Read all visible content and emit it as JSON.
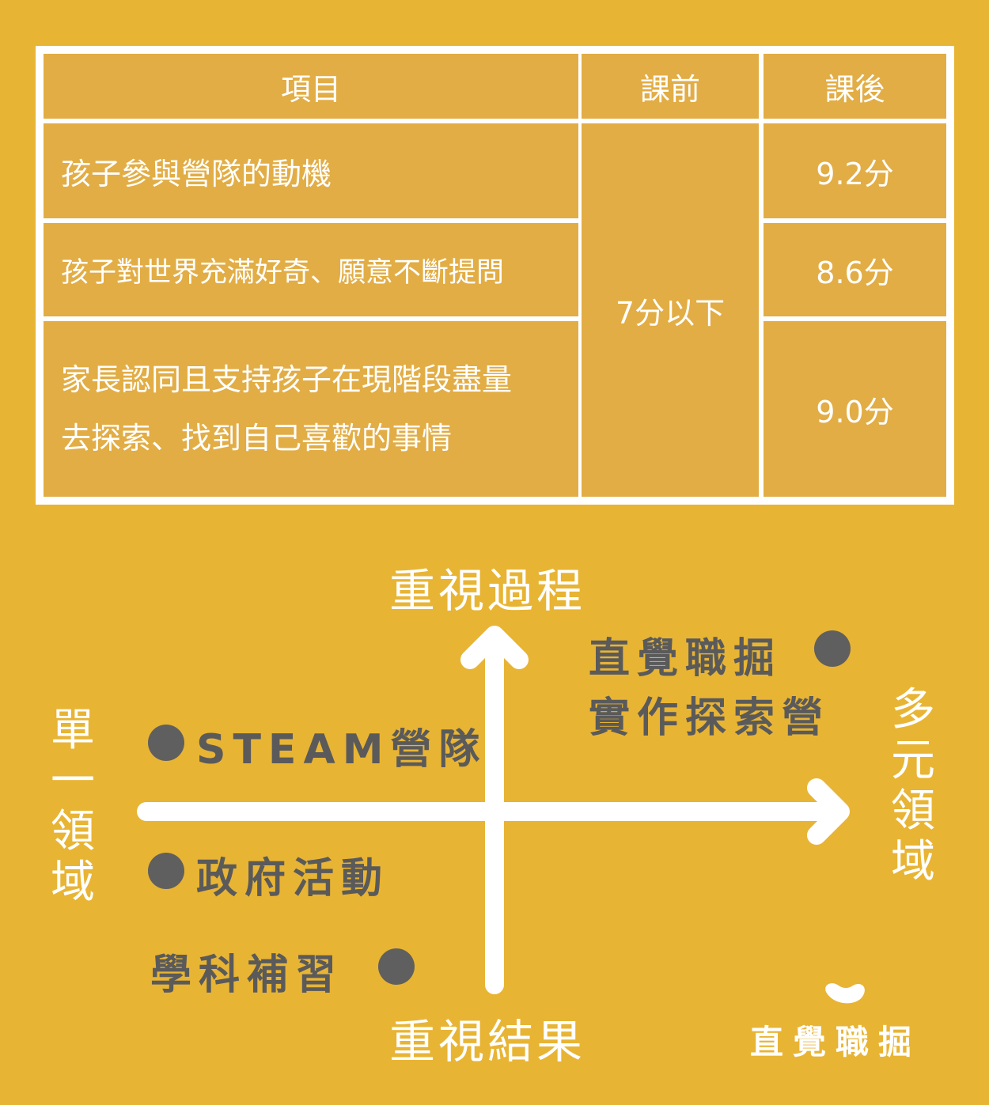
{
  "table": {
    "headers": [
      "項目",
      "課前",
      "課後"
    ],
    "rows": [
      {
        "item": "孩子參與營隊的動機",
        "after": "9.2分"
      },
      {
        "item": "孩子對世界充滿好奇、願意不斷提問",
        "after": "8.6分"
      },
      {
        "item_lines": [
          "家長認同且支持孩子在現階段盡量",
          "去探索、找到自己喜歡的事情"
        ],
        "after": "9.0分"
      }
    ],
    "before_merged": "7分以下"
  },
  "diagram": {
    "top_label": "重視過程",
    "bottom_label": "重視結果",
    "left_label": [
      "單",
      "一",
      "領",
      "域"
    ],
    "right_label": [
      "多",
      "元",
      "領",
      "域"
    ],
    "points": {
      "intuition_line1": "直覺職掘",
      "intuition_line2": "實作探索營",
      "steam": "STEAM營隊",
      "government": "政府活動",
      "tutoring": "學科補習"
    }
  },
  "logo": {
    "text": "直覺職掘"
  },
  "colors": {
    "background": "#E8B434",
    "cell": "#E2AD45",
    "dot": "#5F5F5F",
    "label": "#5A5A5A"
  }
}
